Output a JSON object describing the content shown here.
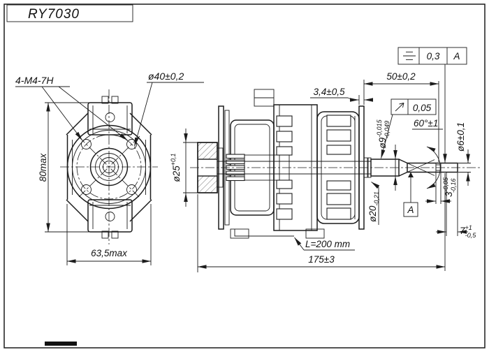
{
  "drawing": {
    "title": "RY7030",
    "line_color": "#1c1c1c",
    "background": "#ffffff"
  },
  "front_view": {
    "thread_callout": "4-M4-7H",
    "bolt_circle": "ø40±0,2",
    "height": "80max",
    "width": "63,5max"
  },
  "side_view": {
    "boss_dia": {
      "base": "ø25",
      "sup": "+0,1"
    },
    "bracket_thickness": "3,4±0,5",
    "shaft_to_face": "50±0,2",
    "cone_angle": "60°±1",
    "journal_dia": {
      "base": "ø9",
      "sup": "-0,015",
      "sub": "-0,049"
    },
    "tip_dia": "ø6±0,1",
    "groove_width": {
      "base": "3",
      "sup": "-0,05",
      "sub": "-0,16"
    },
    "tip_length": {
      "base": "7",
      "sup": "+1",
      "sub": "-0,5"
    },
    "slip_ring_dia": {
      "base": "ø20",
      "sub": "-0,21"
    },
    "lead_length": "L=200 mm",
    "overall_length": "175±3",
    "datum": "A"
  },
  "frames": {
    "symmetry": {
      "value": "0,3",
      "datum": "A"
    },
    "runout": {
      "value": "0,05"
    }
  }
}
